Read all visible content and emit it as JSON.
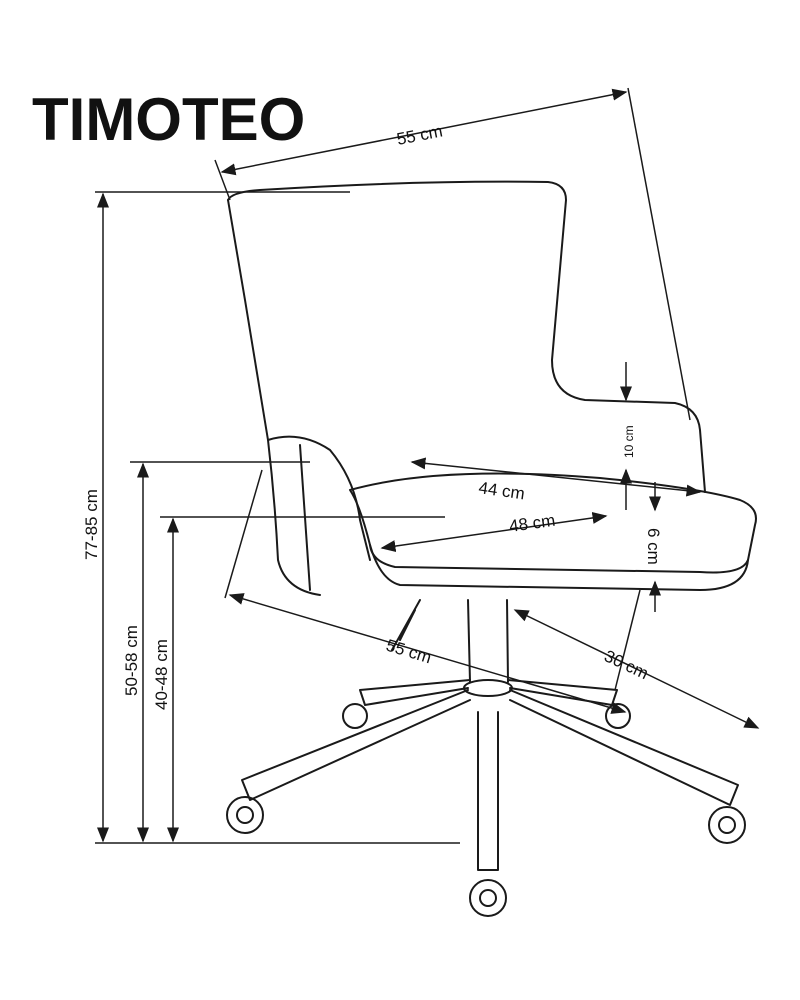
{
  "title": "TIMOTEO",
  "dimensions": {
    "overall_width": "55 cm",
    "seat_width": "44 cm",
    "seat_depth": "48 cm",
    "armrest_height": "10 cm",
    "seat_thickness": "6 cm",
    "base_diameter": "55 cm",
    "base_radius": "30 cm",
    "total_height": "77-85 cm",
    "armrest_floor_height": "50-58 cm",
    "seat_height": "40-48 cm"
  }
}
